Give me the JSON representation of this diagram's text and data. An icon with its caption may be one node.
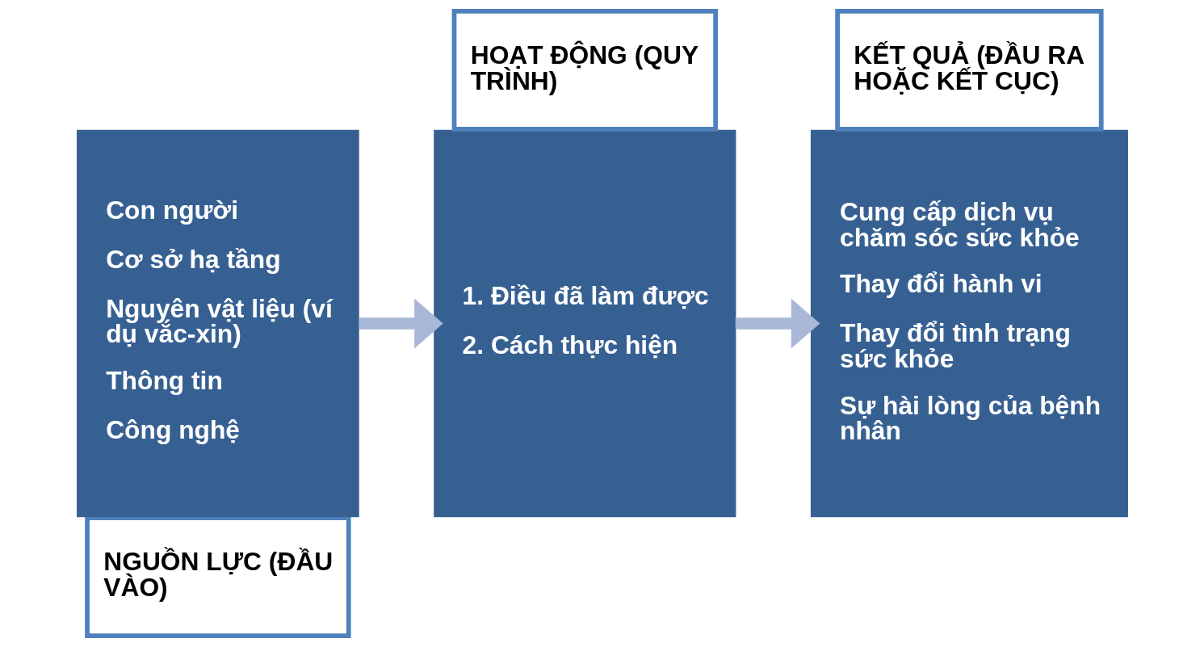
{
  "diagram": {
    "nodes": [
      {
        "text": [
          "NGUỒN LỰC (ĐẦU VÀO)"
        ]
      },
      {
        "text": [
          "Con người",
          "Cơ sở hạ tầng",
          "Nguyên vật liệu (ví dụ vắc-xin)",
          "Thông tin",
          "Công nghệ"
        ]
      },
      {
        "text": [
          "HOẠT ĐỘNG (QUY TRÌNH)"
        ]
      },
      {
        "text": [
          "1. Điều đã làm được",
          "2. Cách thực hiện"
        ]
      },
      {
        "text": [
          "KẾT QUẢ (ĐẦU RA HOẶC KẾT CỤC)"
        ]
      },
      {
        "text": [
          "Cung cấp dịch vụ chăm sóc sức khỏe",
          "Thay đổi hành vi",
          "Thay đổi tình trạng sức khỏe",
          "Sự hài lòng của bệnh nhân"
        ]
      }
    ],
    "edges": [
      {
        "from": 1,
        "to": 3,
        "arrow": "to"
      },
      {
        "from": 3,
        "to": 5,
        "arrow": "to"
      }
    ]
  }
}
